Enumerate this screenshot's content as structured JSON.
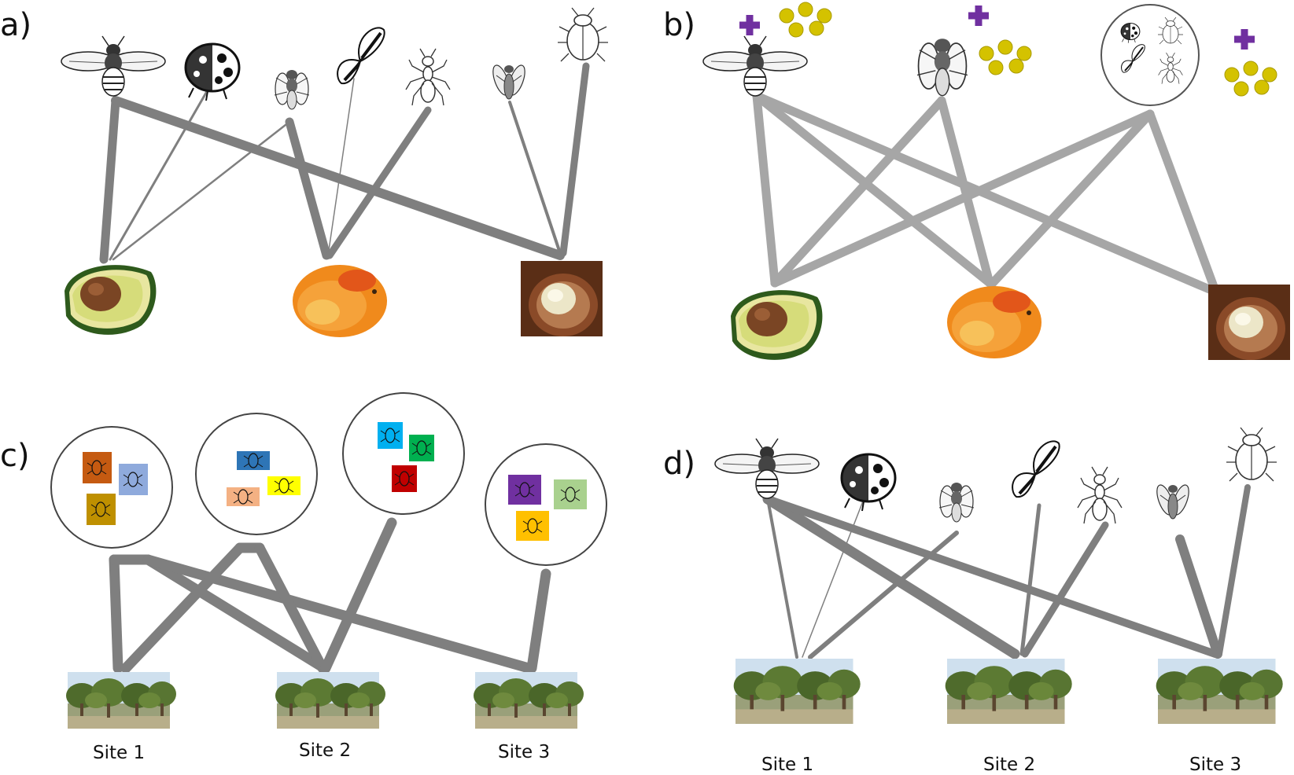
{
  "panels": [
    {
      "label": "a)"
    },
    {
      "label": "b)"
    },
    {
      "label": "c)"
    },
    {
      "label": "d)"
    }
  ],
  "sites": {
    "c": [
      "Site 1",
      "Site 2",
      "Site 3"
    ],
    "d": [
      "Site 1",
      "Site 2",
      "Site 3"
    ]
  },
  "colors": {
    "link_dark": "#7f7f7f",
    "link_light": "#a6a6a6",
    "plus_purple": "#7030a0",
    "resource_yellow": "#d4c200",
    "insect_square_colors": [
      "#c55a11",
      "#8faadc",
      "#bf9000",
      "#2e75b6",
      "#f4b183",
      "#ffff00",
      "#00b0f0",
      "#00b050",
      "#c00000",
      "#7030a0",
      "#a9d18e",
      "#ffc000"
    ]
  },
  "icons": {
    "a_top": [
      "bee-icon",
      "ladybird-icon",
      "fly-icon",
      "butterfly-icon",
      "ant-icon",
      "hoverfly-icon",
      "beetle-icon"
    ],
    "a_bottom": [
      "avocado-icon",
      "mango-icon",
      "macadamia-icon"
    ],
    "b_top": [
      "bee-icon",
      "fly-icon",
      "insect-group-icon"
    ],
    "c_top": [
      "insect-community-icon",
      "insect-community-icon",
      "insect-community-icon",
      "insect-community-icon"
    ],
    "d_top": [
      "bee-icon",
      "ladybird-icon",
      "fly-icon",
      "butterfly-icon",
      "ant-icon",
      "hoverfly-icon",
      "beetle-icon"
    ]
  }
}
